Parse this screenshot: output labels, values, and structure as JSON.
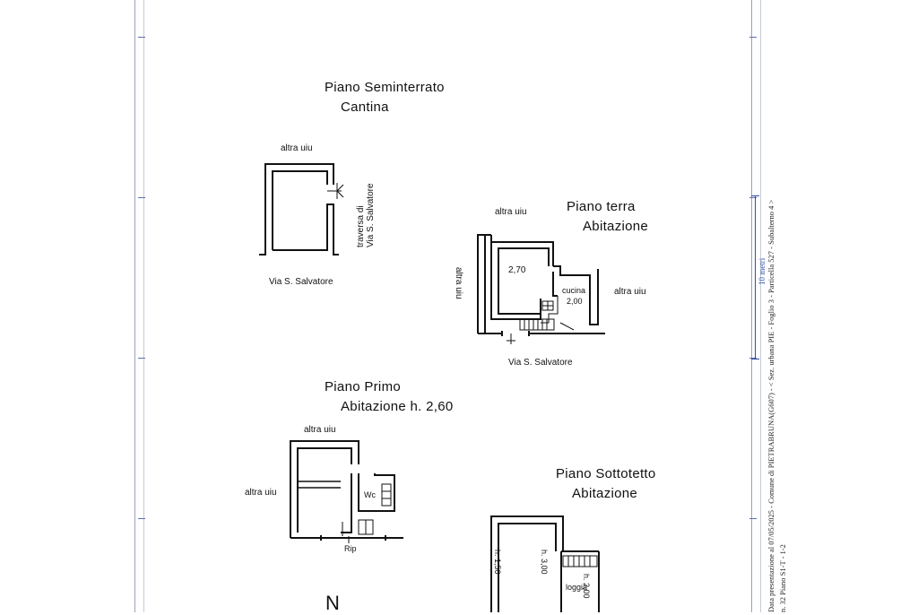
{
  "floors": {
    "seminterrato": {
      "title": "Piano Seminterrato",
      "use": "Cantina"
    },
    "terra": {
      "title": "Piano terra",
      "use": "Abitazione"
    },
    "primo": {
      "title": "Piano Primo",
      "use": "Abitazione h. 2,60"
    },
    "sottotetto": {
      "title": "Piano Sottotetto",
      "use": "Abitazione"
    }
  },
  "labels": {
    "altra_uiu": "altra uiu",
    "altra_uiu_rot": "altra uiu",
    "via_salvatore": "Via S. Salvatore",
    "traversa_line1": "traversa di",
    "traversa_line2": "Via S. Salvatore",
    "h_270": "2,70",
    "cucina": "cucina",
    "h_200": "2,00",
    "wc": "Wc",
    "rip": "Rip",
    "h_150": "h. 1,50",
    "h_300": "h. 3,00",
    "loggia": "loggia",
    "h_200b": "h. 2,00",
    "north": "N"
  },
  "scale_note": "10 metri",
  "side_info": {
    "line1": "Data presentazione al 07/05/2025 - Comune di PIETRABRUNA(G607) - < Sez. urbana PIE - Foglio 3 - Particella 527 - Subalterno 4 >",
    "line2": "n. 32 Piano S1-T - 1-2"
  }
}
